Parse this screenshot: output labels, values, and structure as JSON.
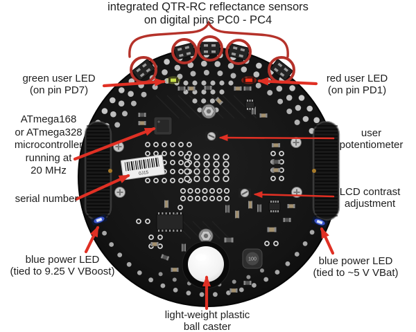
{
  "figure": {
    "top_caption": {
      "lines": [
        "integrated QTR-RC reflectance sensors",
        "on digital pins PC0 - PC4"
      ]
    },
    "labels": {
      "green_user_led": {
        "lines": [
          "green user LED",
          "(on pin PD7)"
        ]
      },
      "red_user_led": {
        "lines": [
          "red user LED",
          "(on pin PD1)"
        ]
      },
      "microcontroller": {
        "lines": [
          "ATmega168",
          "or ATmega328",
          "microcontroller",
          "running at",
          "20 MHz"
        ]
      },
      "serial_number": {
        "lines": [
          "serial number"
        ]
      },
      "user_potentiometer": {
        "lines": [
          "user",
          "potentiometer"
        ]
      },
      "lcd_contrast": {
        "lines": [
          "LCD contrast",
          "adjustment"
        ]
      },
      "blue_power_led_left": {
        "lines": [
          "blue power LED",
          "(tied to 9.25 V VBoost)"
        ]
      },
      "blue_power_led_right": {
        "lines": [
          "blue power LED",
          "(tied to ~5 V VBat)"
        ]
      },
      "ball_caster": {
        "lines": [
          "light-weight plastic",
          "ball caster"
        ]
      }
    },
    "board_text": {
      "serial_barcode": "0J15",
      "inductor": "100"
    },
    "colors": {
      "arrow_red": "#e03024",
      "outline_red": "#b5322a",
      "board": "#141414",
      "background": "#ffffff",
      "blue_led": "#4a6aff",
      "green_led": "#c8e04a",
      "red_led": "#ff3018"
    }
  }
}
